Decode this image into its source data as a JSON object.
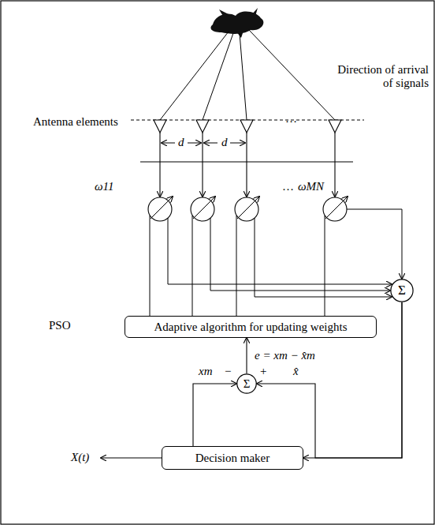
{
  "diagram": {
    "nodes": [
      {
        "text": [
          "Adaptive algorithm for updating weights"
        ]
      },
      {
        "text": [
          "Σ"
        ]
      },
      {
        "text": [
          "Σ"
        ]
      },
      {
        "text": [
          "Decision maker"
        ]
      }
    ],
    "edges": [
      {
        "from": 1,
        "to": 3,
        "arrow": "to"
      },
      {
        "from": 1,
        "to": 2,
        "arrow": "to"
      },
      {
        "from": 3,
        "to": 2,
        "arrow": "to"
      },
      {
        "from": 2,
        "to": 0,
        "arrow": "to",
        "label": "e = xm − x̂m"
      }
    ],
    "labels": [
      "Direction of arrival of signals",
      "Antenna elements",
      "d",
      "d",
      "…",
      "ω11",
      "…",
      "ωMN",
      "PSO",
      "xm",
      "−",
      "+",
      "x̂",
      "X(t)"
    ]
  }
}
